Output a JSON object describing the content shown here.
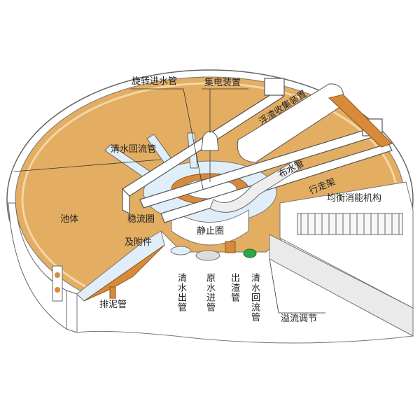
{
  "title": "浅层气浮装置结构示意图",
  "labels": {
    "rotary_inlet_pipe": "旋转进水管",
    "collector_device": "集电装置",
    "scum_collector": "浮渣收集装置",
    "clear_water_return_pipe_top": "清水回流管",
    "distribution_pipe": "布水管",
    "walking_frame": "行走架",
    "energy_dissipation": "均衡消能机构",
    "tank_body": "池体",
    "stabilizing_ring": "稳流圈",
    "accessories": "及附件",
    "static_ring": "静止圈",
    "clear_water_outlet": "清水出管",
    "raw_water_inlet": "原水进管",
    "scum_outlet": "出渣管",
    "clear_water_return_pipe_bottom": "清水回流管",
    "overflow_adjust": "溢流调节",
    "sludge_pipe": "排泥管"
  },
  "colors": {
    "water": "#e3ad62",
    "wall": "#ffffff",
    "line": "#555555",
    "pipe": "#dfeef8",
    "orange": "#d88a3a",
    "green": "#2aa84a"
  }
}
